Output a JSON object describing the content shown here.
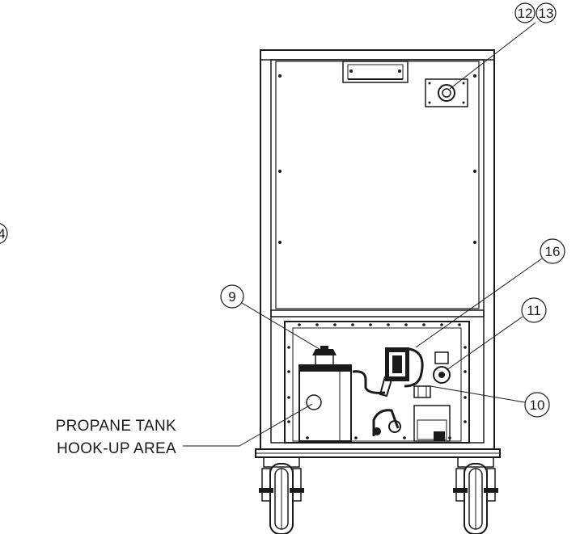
{
  "callouts": {
    "c4": "4",
    "c9": "9",
    "c10": "10",
    "c11": "11",
    "c12": "12",
    "c13": "13",
    "c16": "16"
  },
  "labels": {
    "propane_line1": "PROPANE TANK",
    "propane_line2": "HOOK-UP AREA"
  }
}
